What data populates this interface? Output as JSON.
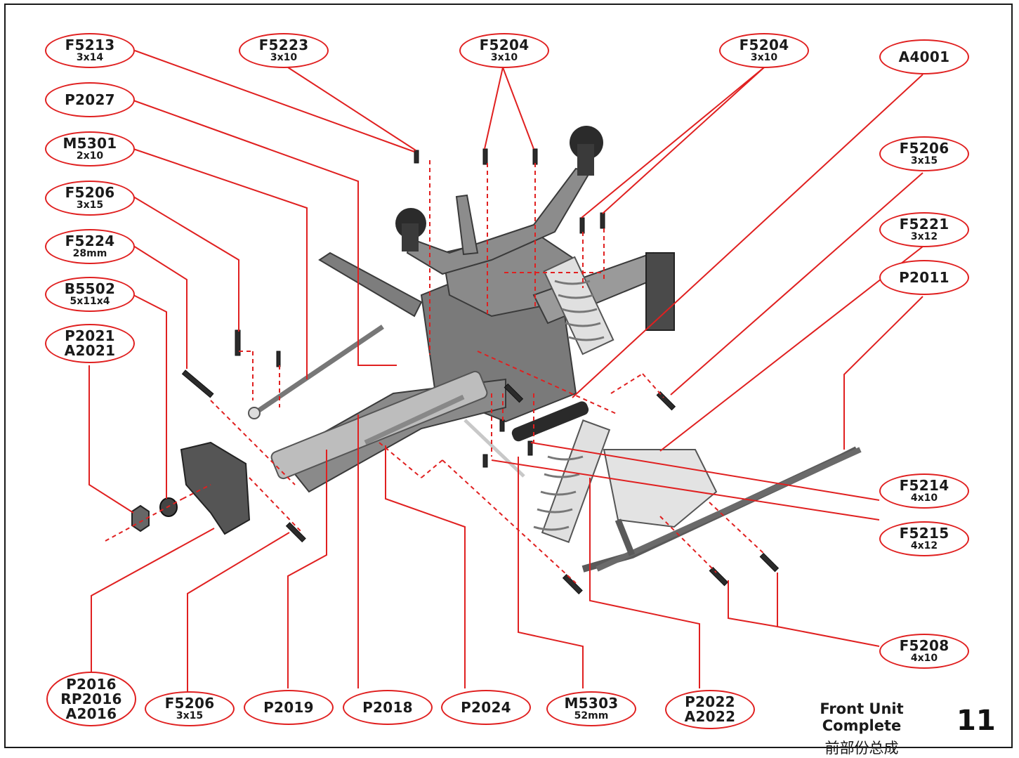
{
  "labels": {
    "f5213": {
      "code": "F5213",
      "size": "3x14"
    },
    "f5223": {
      "code": "F5223",
      "size": "3x10"
    },
    "f5204a": {
      "code": "F5204",
      "size": "3x10"
    },
    "f5204b": {
      "code": "F5204",
      "size": "3x10"
    },
    "a4001": {
      "code": "A4001"
    },
    "p2027": {
      "code": "P2027"
    },
    "m5301": {
      "code": "M5301",
      "size": "2x10"
    },
    "f5206a": {
      "code": "F5206",
      "size": "3x15"
    },
    "f5206b": {
      "code": "F5206",
      "size": "3x15"
    },
    "f5224": {
      "code": "F5224",
      "size": "28mm"
    },
    "f5221": {
      "code": "F5221",
      "size": "3x12"
    },
    "b5502": {
      "code": "B5502",
      "size": "5x11x4"
    },
    "p2011": {
      "code": "P2011"
    },
    "p2021": {
      "line1": "P2021",
      "line2": "A2021"
    },
    "f5214": {
      "code": "F5214",
      "size": "4x10"
    },
    "f5215": {
      "code": "F5215",
      "size": "4x12"
    },
    "f5208": {
      "code": "F5208",
      "size": "4x10"
    },
    "p2016": {
      "line1": "P2016",
      "line2": "RP2016",
      "line3": "A2016"
    },
    "f5206c": {
      "code": "F5206",
      "size": "3x15"
    },
    "p2019": {
      "code": "P2019"
    },
    "p2018": {
      "code": "P2018"
    },
    "p2024": {
      "code": "P2024"
    },
    "m5303": {
      "code": "M5303",
      "size": "52mm"
    },
    "p2022": {
      "line1": "P2022",
      "line2": "A2022"
    }
  },
  "title": {
    "en": "Front Unit Complete",
    "cn": "前部份总成"
  },
  "page_number": "11",
  "colors": {
    "leader": "#e02020",
    "part": "#6f6f6f",
    "part_light": "#d9d9d9",
    "part_dark": "#2b2b2b"
  }
}
